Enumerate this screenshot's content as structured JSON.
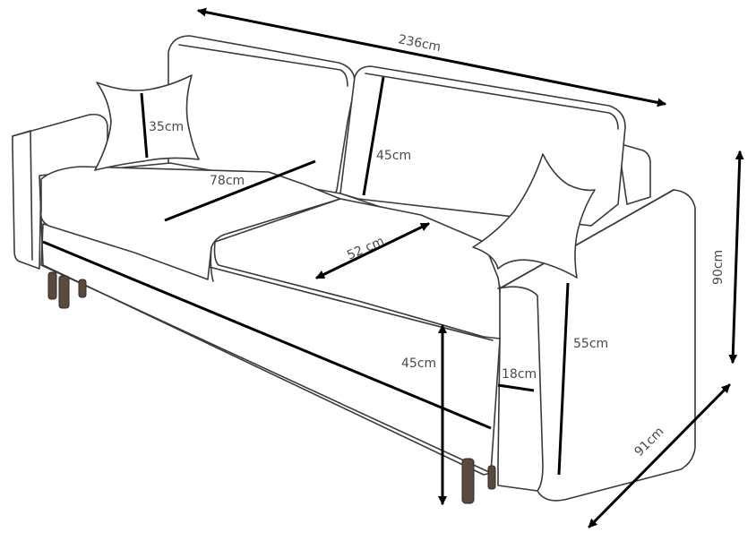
{
  "dimensions": {
    "overall_width": "236cm",
    "overall_height": "90cm",
    "overall_depth": "91cm",
    "back_cushion_height": "45cm",
    "seat_width": "78cm",
    "seat_depth": "52 cm",
    "seat_height": "45cm",
    "armrest_height": "55cm",
    "armrest_width": "18cm",
    "pillow_size": "35cm"
  }
}
